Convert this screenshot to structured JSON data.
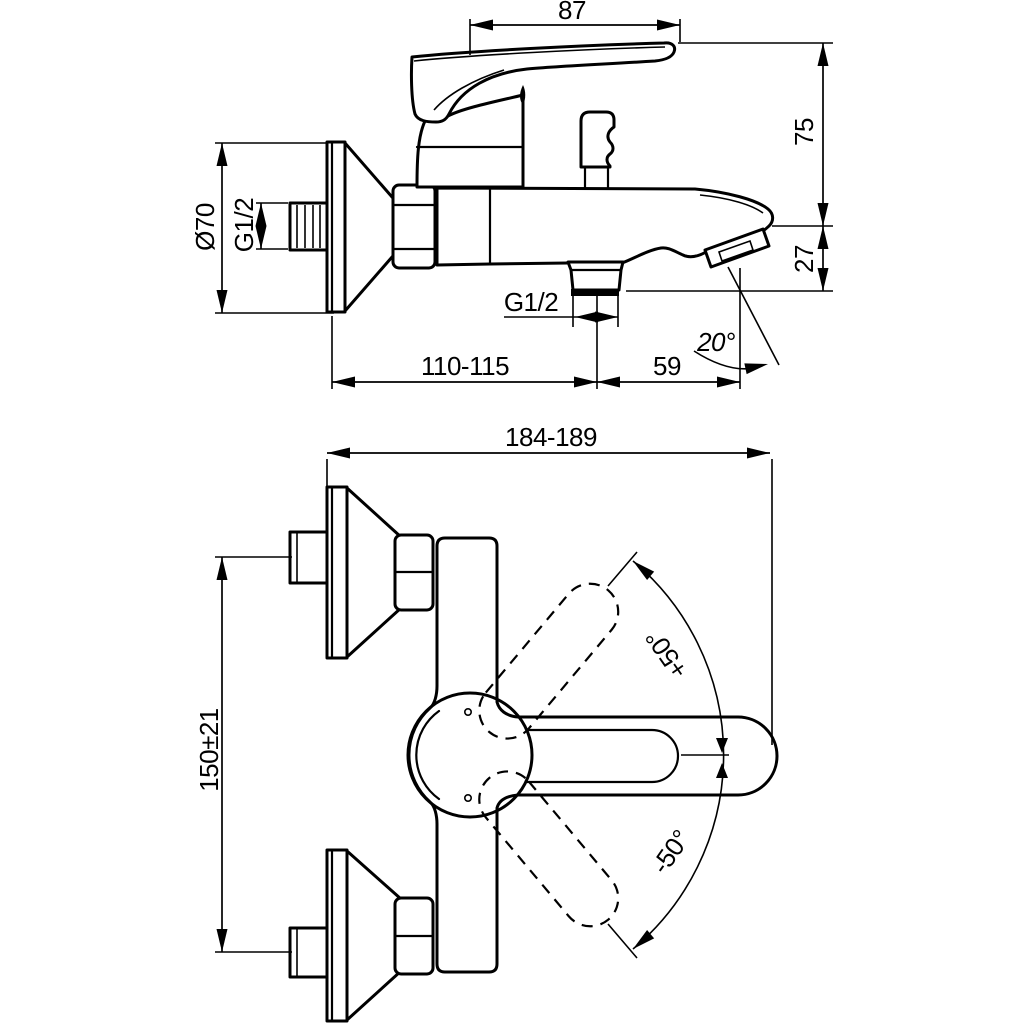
{
  "colors": {
    "ink": "#000000",
    "paper": "#ffffff"
  },
  "side_view": {
    "handle_width": "87",
    "height_above_spout": "75",
    "spout_drop": "27",
    "escutcheon_diameter": "Ø70",
    "inlet_thread": "G1/2",
    "outlet_thread": "G1/2",
    "wall_to_outlet": "110-115",
    "outlet_to_tip": "59",
    "spout_angle": "20°"
  },
  "front_view": {
    "overall_width": "184-189",
    "inlet_spacing": "150±21",
    "handle_swing_up": "+50°",
    "handle_swing_down": "-50°"
  }
}
